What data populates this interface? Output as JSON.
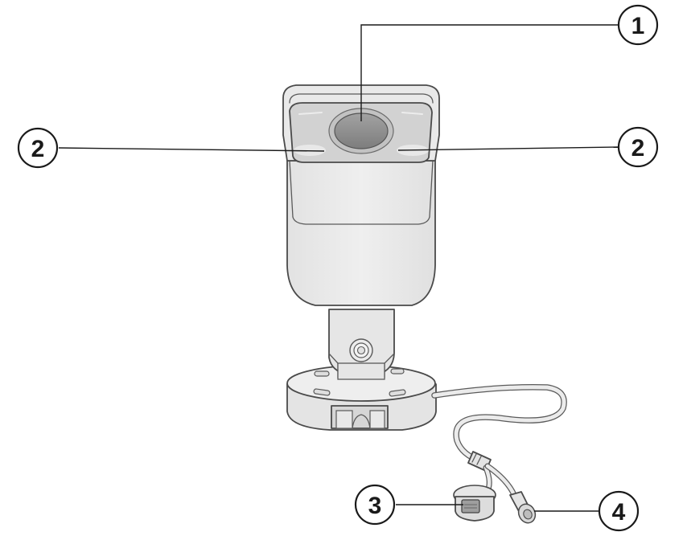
{
  "callouts": {
    "lens": "1",
    "ir_left": "2",
    "ir_right": "2",
    "network_port": "3",
    "power_connector": "4"
  },
  "colors": {
    "camera_fill": "#e9e9e9",
    "camera_shade": "#dcdcdc",
    "glass_fill": "#d3d3d3",
    "lens_fill": "#8e8e8e",
    "line": "#1a1a1a"
  }
}
